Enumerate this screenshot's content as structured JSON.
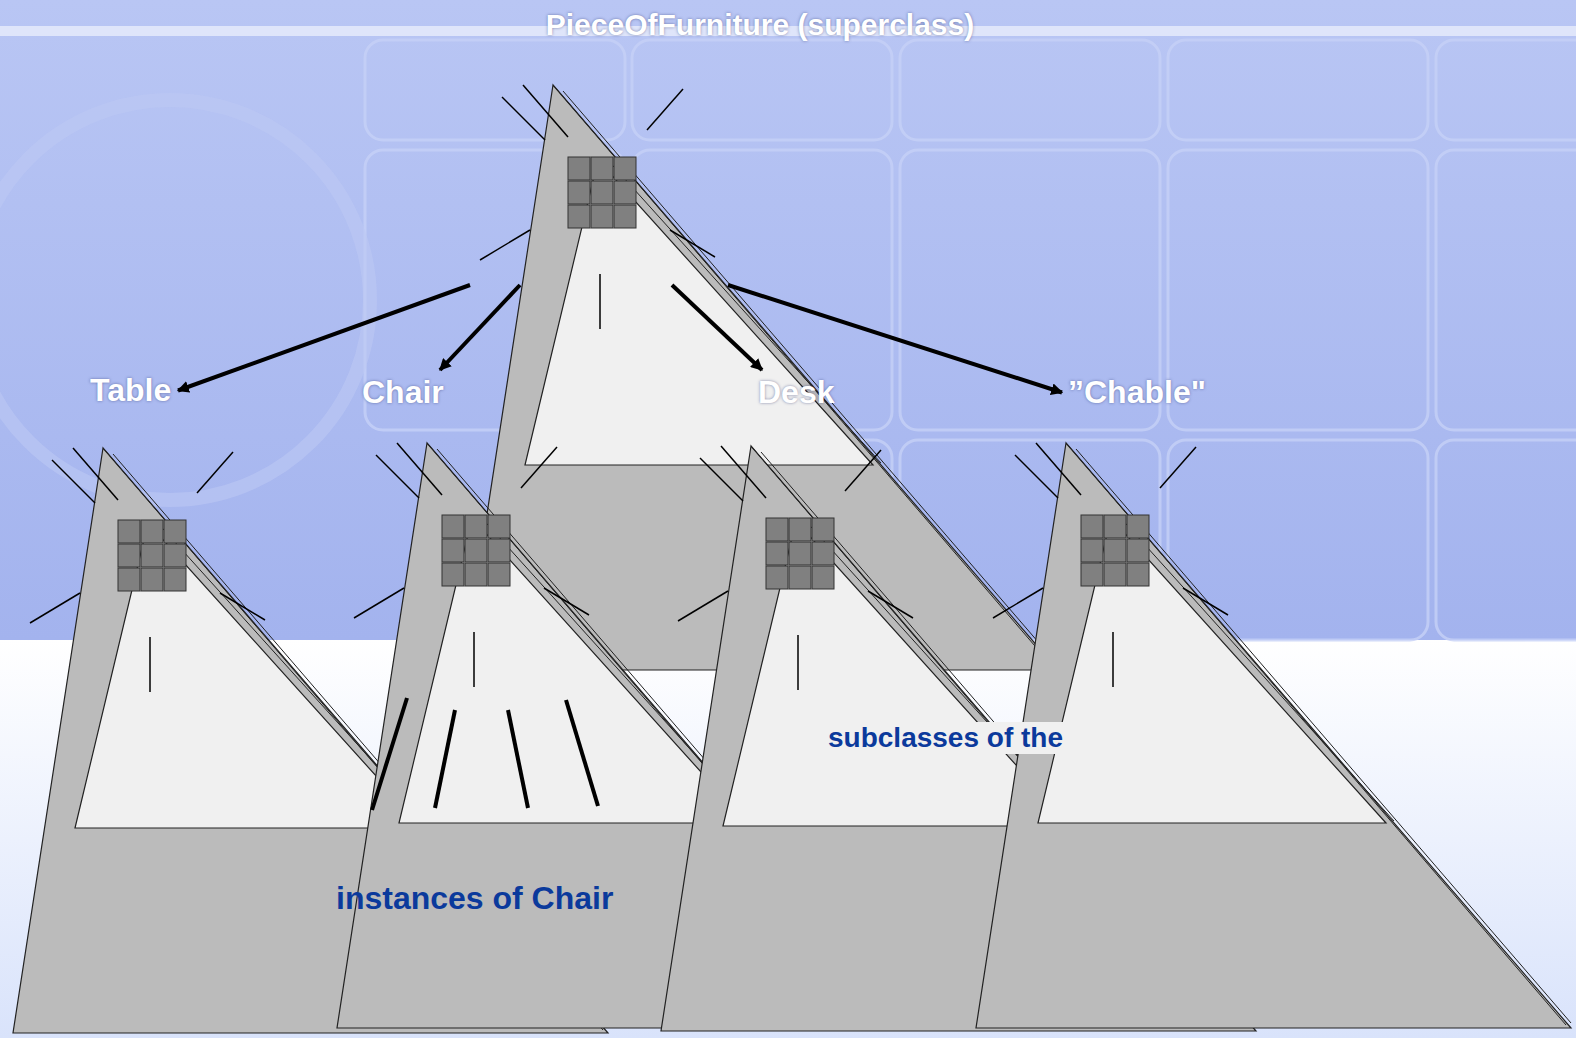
{
  "diagram": {
    "nodes": [
      {
        "text": [
          "PieceOfFurniture (superclass)"
        ]
      },
      {
        "text": [
          "Table"
        ]
      },
      {
        "text": [
          "Chair"
        ]
      },
      {
        "text": [
          "Desk"
        ]
      },
      {
        "text": [
          "”Chable\""
        ]
      }
    ],
    "edges": [
      {
        "from": 0,
        "to": 1,
        "arrow": "to"
      },
      {
        "from": 0,
        "to": 2,
        "arrow": "to"
      },
      {
        "from": 0,
        "to": 3,
        "arrow": "to"
      },
      {
        "from": 0,
        "to": 4,
        "arrow": "to"
      }
    ],
    "labels": [
      "subclasses of the",
      "instances of Chair"
    ]
  }
}
